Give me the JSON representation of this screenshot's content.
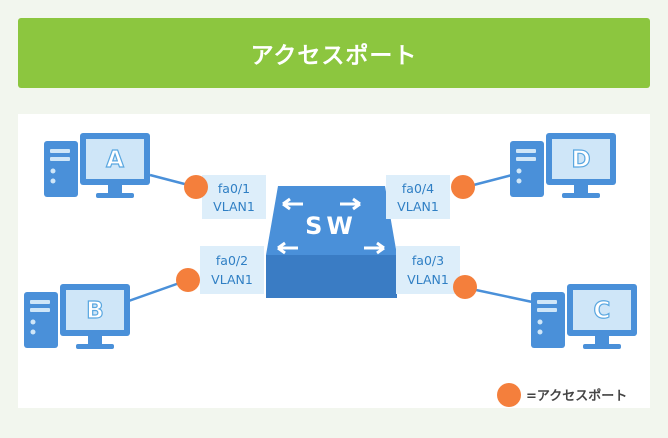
{
  "title": "アクセスポート",
  "switch_label": "SW",
  "computers": [
    {
      "name": "A"
    },
    {
      "name": "D"
    },
    {
      "name": "B"
    },
    {
      "name": "C"
    }
  ],
  "ports": [
    {
      "port": "fa0/1",
      "vlan": "VLAN1"
    },
    {
      "port": "fa0/4",
      "vlan": "VLAN1"
    },
    {
      "port": "fa0/2",
      "vlan": "VLAN1"
    },
    {
      "port": "fa0/3",
      "vlan": "VLAN1"
    }
  ],
  "legend": {
    "label": "=アクセスポート"
  },
  "colors": {
    "banner": "#8cc63f",
    "device_blue": "#4a90d9",
    "screen_light": "#cfe6f8",
    "port_dot": "#f47f3c",
    "label_box": "#ddeefa"
  }
}
